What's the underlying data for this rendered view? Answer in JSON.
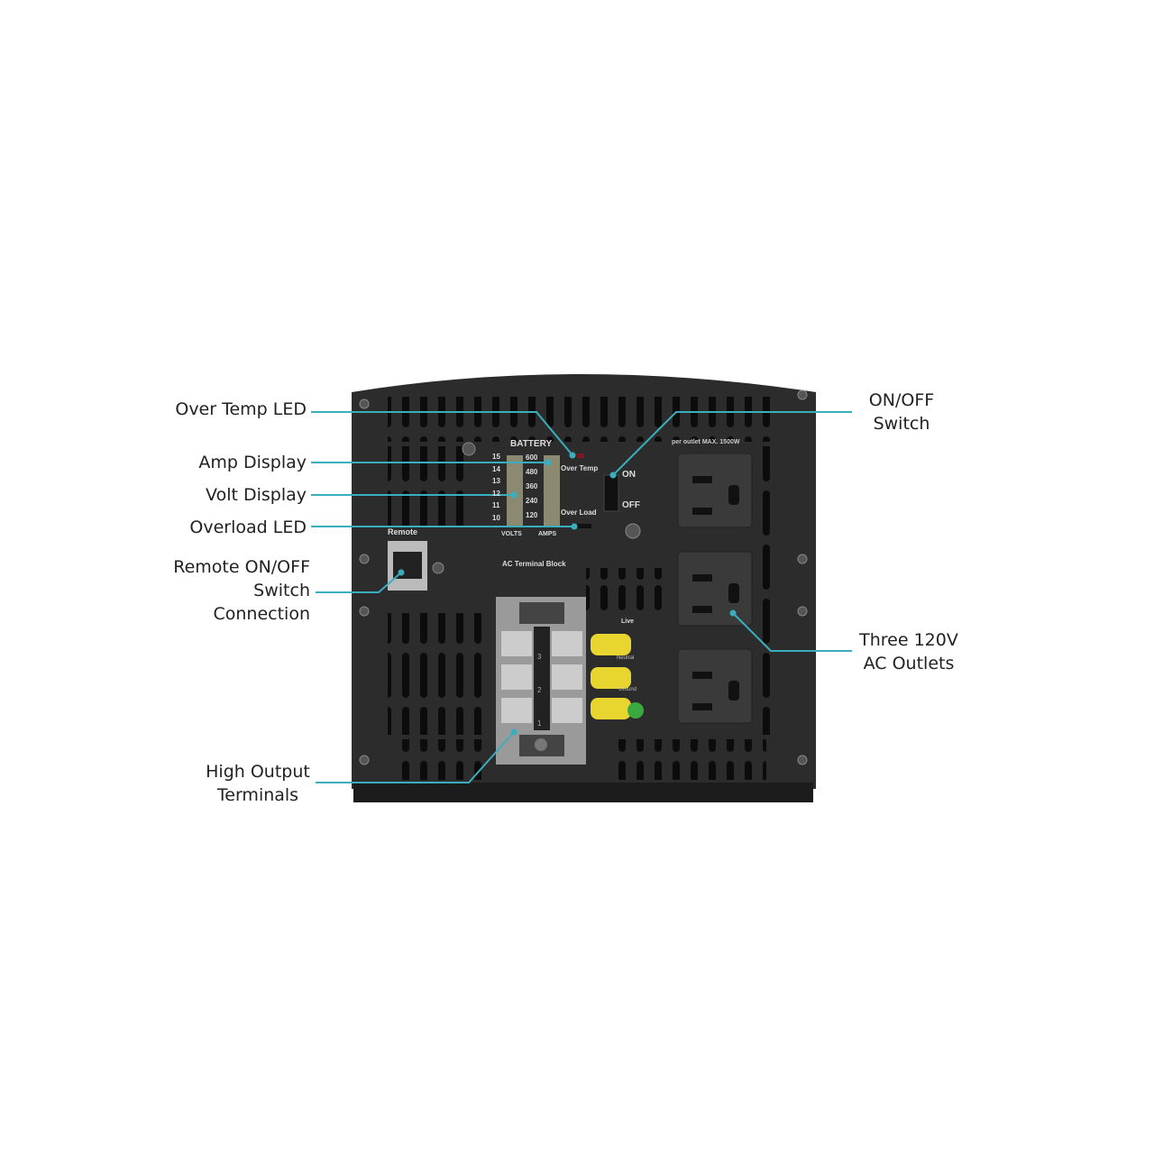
{
  "callouts": {
    "over_temp_led": "Over Temp LED",
    "amp_display": "Amp Display",
    "volt_display": "Volt Display",
    "overload_led": "Overload LED",
    "remote": [
      "Remote ON/OFF",
      "Switch",
      "Connection"
    ],
    "high_output": [
      "High Output",
      "Terminals"
    ],
    "on_off": [
      "ON/OFF",
      "Switch"
    ],
    "outlets": [
      "Three 120V",
      "AC Outlets"
    ]
  },
  "panel": {
    "battery": "BATTERY",
    "volts": [
      "15",
      "14",
      "13",
      "12",
      "11",
      "10"
    ],
    "amps": [
      "600",
      "480",
      "360",
      "240",
      "120"
    ],
    "volts_label": "VOLTS",
    "amps_label": "AMPS",
    "over_temp": "Over Temp",
    "over_load": "Over Load",
    "on": "ON",
    "off": "OFF",
    "outlet_note": "per outlet MAX. 1500W",
    "remote": "Remote",
    "ac_terminal_block": "AC Terminal Block",
    "live": "Live",
    "neutral": "Neutral",
    "ground": "Ground",
    "terminal_numbers": [
      "3",
      "2",
      "1"
    ]
  },
  "colors": {
    "accent": "#3aaebf",
    "body": "#2b2b2b"
  }
}
